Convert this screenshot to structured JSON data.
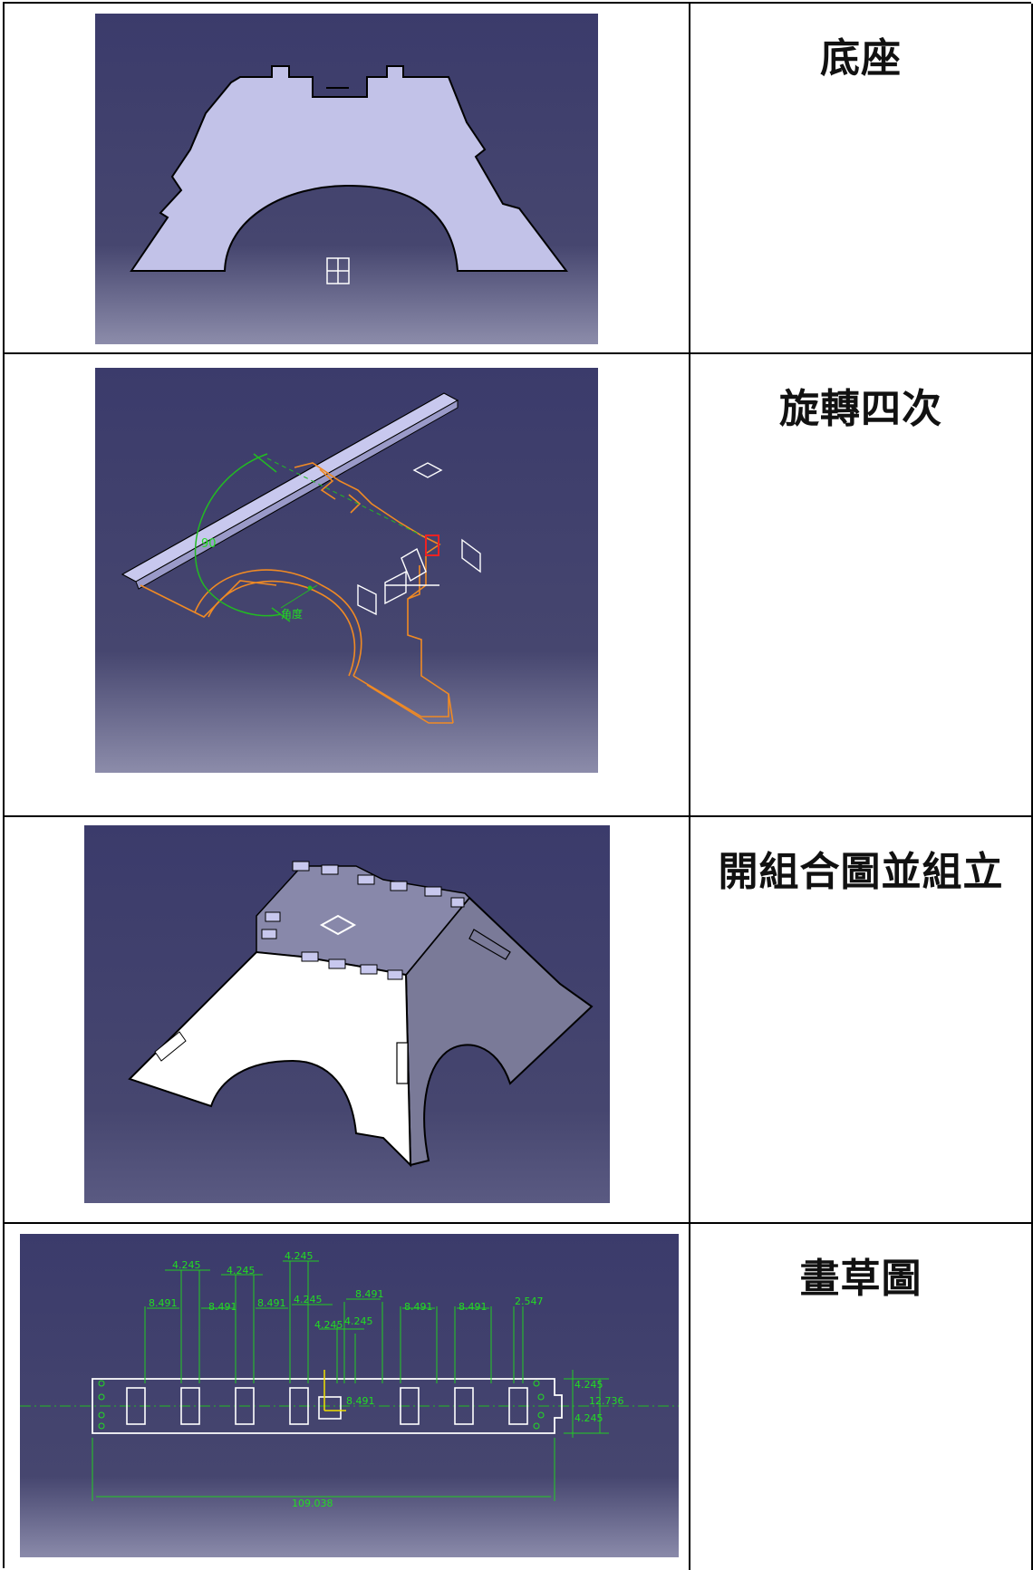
{
  "rows": [
    {
      "label": "底座",
      "image": "catia-base-part-sketch"
    },
    {
      "label": "旋轉四次",
      "image": "catia-rotate-four-times"
    },
    {
      "label": "開組合圖並組立",
      "image": "catia-assembly-view"
    },
    {
      "label": "畫草圖",
      "image": "catia-sketch-dimensions"
    }
  ],
  "rotate_view": {
    "angle_value": "90",
    "angle_label": "角度"
  },
  "sketch_dims": {
    "d_4245": "4.245",
    "d_8491": "8.491",
    "d_2547": "2.547",
    "d_12736": "12.736",
    "d_109038": "109.038"
  },
  "colors": {
    "viewport_top": "#3b3b6b",
    "viewport_bottom": "#8a8aaa",
    "part_fill": "#c0c0e6",
    "wire_orange": "#f08a24",
    "dim_green": "#22dd22"
  }
}
